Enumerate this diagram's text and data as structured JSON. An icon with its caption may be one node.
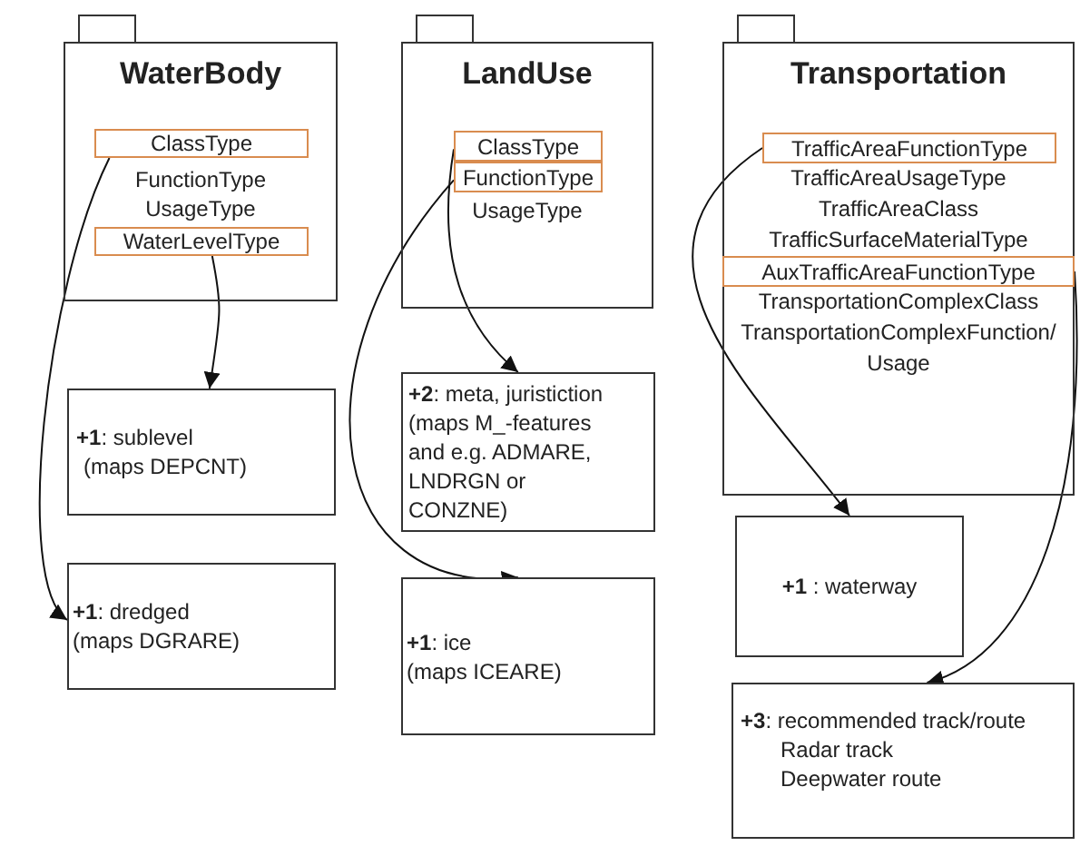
{
  "diagram": {
    "nodes": [
      {
        "text": [
          "WaterBody",
          "FunctionType",
          "UsageType"
        ]
      },
      {
        "text": [
          "ClassType"
        ],
        "in": 0
      },
      {
        "text": [
          "WaterLevelType"
        ],
        "in": 0
      },
      {
        "text": [
          "LandUse",
          "UsageType"
        ]
      },
      {
        "text": [
          "ClassType"
        ],
        "in": 3
      },
      {
        "text": [
          "FunctionType"
        ],
        "in": 3
      },
      {
        "text": [
          "Transportation",
          "TrafficAreaUsageType",
          "TrafficAreaClass",
          "TrafficSurfaceMaterialType",
          "TransportationComplexClass",
          "TransportationComplexFunction/ Usage"
        ]
      },
      {
        "text": [
          "TrafficAreaFunctionType"
        ],
        "in": 6
      },
      {
        "text": [
          "AuxTrafficAreaFunctionType"
        ],
        "in": 6
      },
      {
        "text": [
          "**+1**: sublevel",
          "(maps DEPCNT)"
        ]
      },
      {
        "text": [
          "**+1**: dredged",
          "(maps DGRARE)"
        ]
      },
      {
        "text": [
          "**+2**: meta, juristiction",
          "(maps M_-features and e.g. ADMARE, LNDRGN or CONZNE)"
        ]
      },
      {
        "text": [
          "**+1**: ice",
          "(maps ICEARE)"
        ]
      },
      {
        "text": [
          "**+1** : waterway"
        ]
      },
      {
        "text": [
          "**+3**: recommended track/route",
          "Radar track",
          "Deepwater route"
        ]
      }
    ],
    "edges": [
      {
        "from": 2,
        "to": 9,
        "arrow": "to"
      },
      {
        "from": 1,
        "to": 10,
        "arrow": "to"
      },
      {
        "from": 4,
        "to": 11,
        "arrow": "to"
      },
      {
        "from": 5,
        "to": 12,
        "arrow": "to"
      },
      {
        "from": 7,
        "to": 13,
        "arrow": "to"
      },
      {
        "from": 8,
        "to": 14,
        "arrow": "to"
      }
    ]
  }
}
